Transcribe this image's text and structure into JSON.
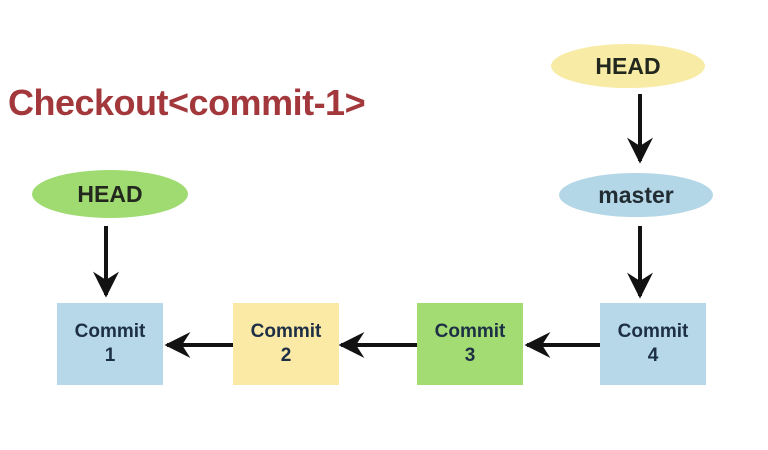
{
  "title": "Checkout<commit-1>",
  "colors": {
    "background": "#ffffff",
    "title_text": "#a3383c",
    "arrow": "#121212",
    "head_text": "#23281e",
    "commit_text": "#1d2f44",
    "yellow": "#f8eba5",
    "blue": "#b5d8e8",
    "green": "#a0db72"
  },
  "nodes": {
    "detached_head": {
      "label": "HEAD",
      "fill": "#a0db72"
    },
    "branch_head": {
      "label": "HEAD",
      "fill": "#f8eba5"
    },
    "master": {
      "label": "master",
      "fill": "#b4d7e7"
    },
    "commits": [
      {
        "name": "Commit",
        "number": "1",
        "fill": "#b6d8e8"
      },
      {
        "name": "Commit",
        "number": "2",
        "fill": "#fbe9a6"
      },
      {
        "name": "Commit",
        "number": "3",
        "fill": "#a4dc74"
      },
      {
        "name": "Commit",
        "number": "4",
        "fill": "#b6d8e8"
      }
    ]
  },
  "edges": [
    {
      "from": "branch-head",
      "to": "master"
    },
    {
      "from": "master",
      "to": "commit-4"
    },
    {
      "from": "detached-head",
      "to": "commit-1"
    },
    {
      "from": "commit-4",
      "to": "commit-3"
    },
    {
      "from": "commit-3",
      "to": "commit-2"
    },
    {
      "from": "commit-2",
      "to": "commit-1"
    }
  ]
}
